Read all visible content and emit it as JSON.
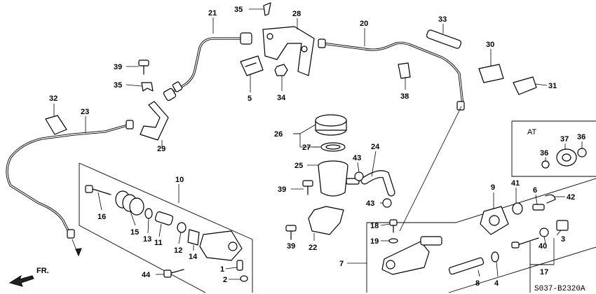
{
  "diagram_code": "S037-B2320A",
  "front_label": "FR.",
  "at_label": "AT",
  "callouts": {
    "c21": "21",
    "c35a": "35",
    "c28": "28",
    "c20": "20",
    "c33": "33",
    "c39a": "39",
    "c5": "5",
    "c34": "34",
    "c38": "38",
    "c30": "30",
    "c35b": "35",
    "c31": "31",
    "c32": "32",
    "c23": "23",
    "c29": "29",
    "c26": "26",
    "c27": "27",
    "c25": "25",
    "c43a": "43",
    "c24": "24",
    "c36a": "36",
    "c37": "37",
    "c36b": "36",
    "c10": "10",
    "c39b": "39",
    "c43b": "43",
    "c9": "9",
    "c41": "41",
    "c6": "6",
    "c42": "42",
    "c16": "16",
    "c15": "15",
    "c13": "13",
    "c11": "11",
    "c12": "12",
    "c14": "14",
    "c18": "18",
    "c19": "19",
    "c39c": "39",
    "c22": "22",
    "c40": "40",
    "c3": "3",
    "c7": "7",
    "c1": "1",
    "c2": "2",
    "c44": "44",
    "c8": "8",
    "c4": "4",
    "c17": "17"
  }
}
